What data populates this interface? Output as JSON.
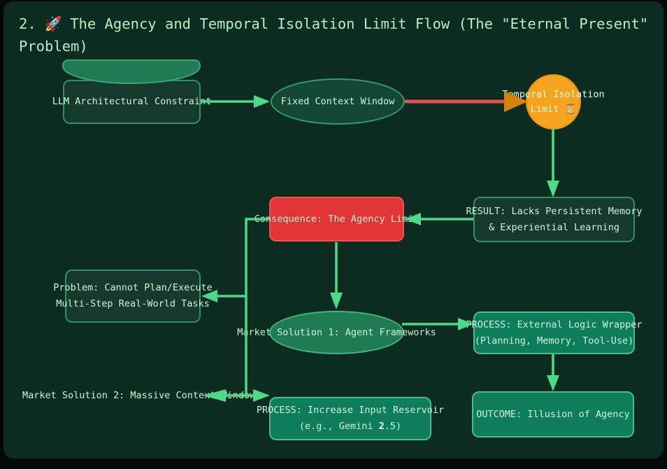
{
  "title": {
    "number": "2.",
    "rocket": "🚀",
    "text_line1": "The Agency and Temporal Isolation Limit Flow (The \"Eternal Present\"",
    "text_line2": "Problem)"
  },
  "nodes": {
    "llm_constraint": {
      "label": "LLM Architectural Constraint"
    },
    "fixed_context": {
      "label": "Fixed Context Window"
    },
    "temporal_limit": {
      "line1": "Temporal Isolation",
      "line2_text": "Limit",
      "hourglass": "⏳"
    },
    "result_memory": {
      "line1": "RESULT: Lacks Persistent Memory",
      "line2": "& Experiential Learning"
    },
    "consequence": {
      "label": "Consequence: The Agency Limit"
    },
    "problem": {
      "line1": "Problem: Cannot Plan/Execute",
      "line2": "Multi-Step Real-World Tasks"
    },
    "market_solution_1": {
      "label": "Market Solution 1: Agent Frameworks"
    },
    "process_wrapper": {
      "line1": "PROCESS: External Logic Wrapper",
      "line2": "(Planning, Memory, Tool-Use)"
    },
    "outcome": {
      "label": "OUTCOME: Illusion of Agency"
    },
    "market_solution_2": {
      "label": "Market Solution 2: Massive Context Window"
    },
    "process_reservoir": {
      "line1": "PROCESS: Increase Input Reservoir",
      "line2_pre": "(e.g., Gemini ",
      "line2_num": "2",
      "line2_post": ".5)"
    }
  },
  "colors": {
    "canvas_background": "#0c2b21",
    "node_dim_fill": "#16392d",
    "node_emerald_fill": "#0e7d5b",
    "ellipse_green_fill": "#1e7b54",
    "alert_red": "#e23434",
    "warning_orange": "#f6a41f",
    "arrow_green": "#4ed987",
    "arrow_red": "#e0534e",
    "text_light_green": "#cdf6d4"
  }
}
